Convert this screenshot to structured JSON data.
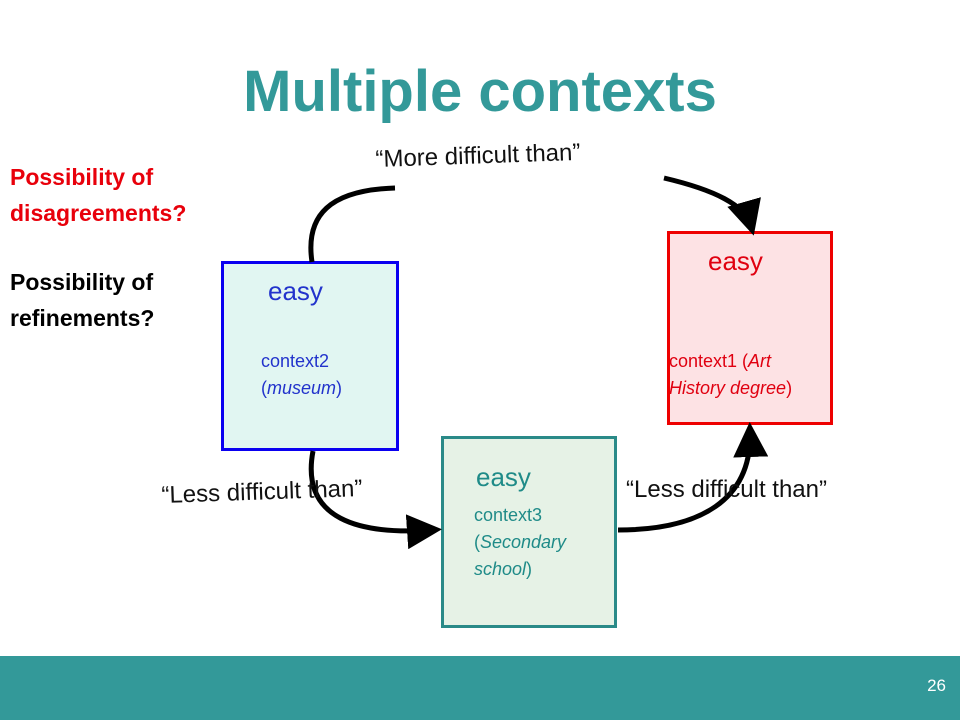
{
  "title": "Multiple contexts",
  "questions": {
    "disagreement_line1": "Possibility of",
    "disagreement_line2": "disagreements?",
    "refinement_line1": "Possibility of",
    "refinement_line2": "refinements?"
  },
  "contexts": {
    "context2": {
      "rating": "easy",
      "name": "context2",
      "place": "museum"
    },
    "context1": {
      "rating": "easy",
      "name": "context1",
      "place_line1": "Art",
      "place_line2": "History degree"
    },
    "context3": {
      "rating": "easy",
      "name": "context3",
      "place_line1": "Secondary",
      "place_line2": "school"
    }
  },
  "relations": {
    "top": "“More difficult than”",
    "bottom_left": "“Less difficult than”",
    "bottom_right": "“Less difficult than”"
  },
  "colors": {
    "title": "#339999",
    "question_red": "#e8000b",
    "box2_border": "#0a00f0",
    "box1_border": "#ee0000",
    "box3_border": "#2a8a88",
    "footer": "#339999"
  },
  "page_number": "26"
}
